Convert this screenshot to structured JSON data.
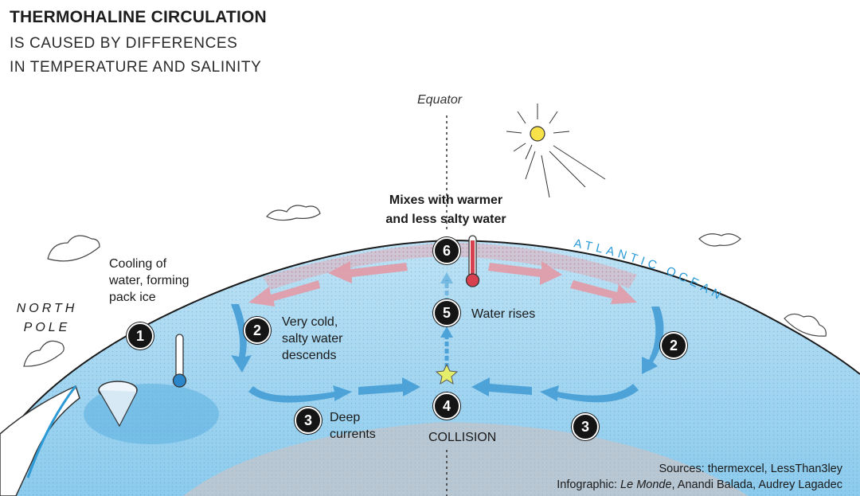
{
  "title": "THERMOHALINE CIRCULATION",
  "subtitle_lines": [
    "IS CAUSED BY DIFFERENCES",
    "IN TEMPERATURE AND SALINITY"
  ],
  "labels": {
    "equator": "Equator",
    "north_pole_1": "NORTH",
    "north_pole_2": "POLE",
    "atlantic_ocean": "ATLANTIC OCEAN",
    "cooling_1": "Cooling of",
    "cooling_2": "water, forming",
    "cooling_3": "pack ice",
    "descends_1": "Very cold,",
    "descends_2": "salty water",
    "descends_3": "descends",
    "deep_1": "Deep",
    "deep_2": "currents",
    "collision": "COLLISION",
    "water_rises": "Water rises",
    "mixes_1": "Mixes with warmer",
    "mixes_2": "and less salty water"
  },
  "badges": {
    "b1": "1",
    "b2_left": "2",
    "b2_right": "2",
    "b3_left": "3",
    "b3_right": "3",
    "b4": "4",
    "b5": "5",
    "b6": "6"
  },
  "sources_line": "Sources: thermexcel, LessThan3ley",
  "credit": {
    "prefix": "Infographic: ",
    "publication": "Le Monde",
    "authors": ", Anandi Balada, Audrey Lagadec"
  },
  "colors": {
    "ocean": "#a9d6ef",
    "deep_ocean": "#6fb9e3",
    "crust": "#b8c8d6",
    "arrow_cold": "#4da3d8",
    "arrow_warm": "#e39aa6",
    "sun": "#f7e24a",
    "atlantic_label": "#2b9ad6"
  }
}
